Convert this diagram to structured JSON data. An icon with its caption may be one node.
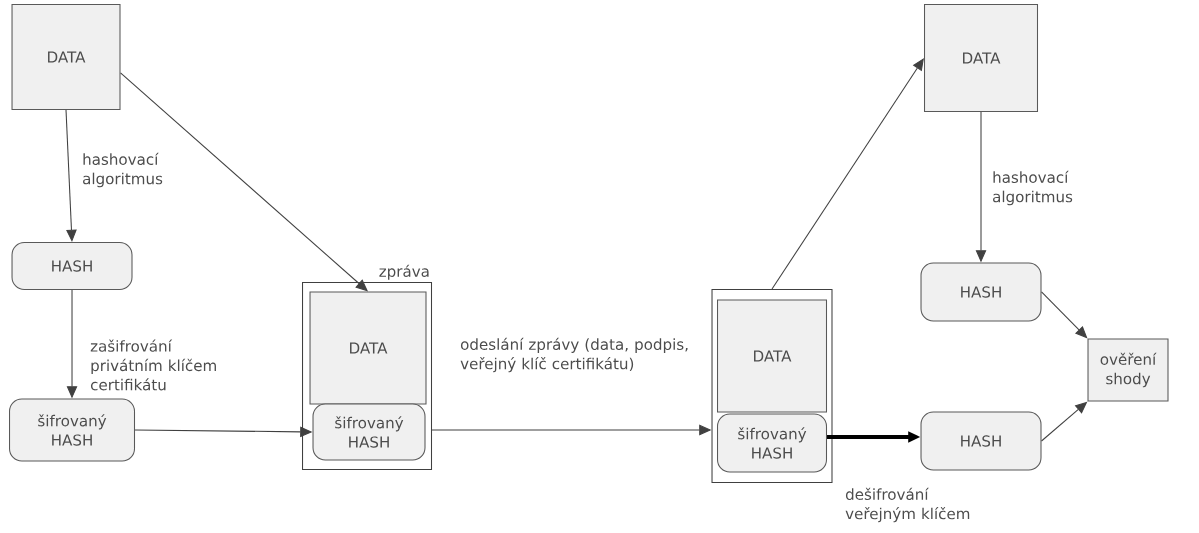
{
  "diagram": {
    "nodes": [
      {
        "text": [
          "DATA"
        ]
      },
      {
        "text": [
          "HASH"
        ]
      },
      {
        "text": [
          "šifrovaný HASH"
        ]
      },
      {
        "text": [
          "zpráva"
        ]
      },
      {
        "text": [
          "DATA"
        ],
        "in": 3
      },
      {
        "text": [
          "šifrovaný HASH"
        ],
        "in": 3
      },
      {
        "text": [],
        "shape": "box"
      },
      {
        "text": [
          "DATA"
        ],
        "in": 6
      },
      {
        "text": [
          "šifrovaný HASH"
        ],
        "in": 6
      },
      {
        "text": [
          "DATA"
        ]
      },
      {
        "text": [
          "HASH"
        ]
      },
      {
        "text": [
          "HASH"
        ]
      },
      {
        "text": [
          "ověření shody"
        ]
      }
    ],
    "edges": [
      {
        "from": 0,
        "to": 1,
        "arrow": "to",
        "label": "hashovací algoritmus"
      },
      {
        "from": 1,
        "to": 2,
        "arrow": "to",
        "label": "zašifrování privátním klíčem certifikátu"
      },
      {
        "from": 2,
        "to": 5,
        "arrow": "to"
      },
      {
        "from": 0,
        "to": 4,
        "arrow": "to"
      },
      {
        "from": 3,
        "to": 6,
        "arrow": "to",
        "label": "odeslání zprávy (data, podpis, veřejný klíč certifikátu)"
      },
      {
        "from": 6,
        "to": 9,
        "arrow": "to"
      },
      {
        "from": 9,
        "to": 10,
        "arrow": "to",
        "label": "hashovací algoritmus"
      },
      {
        "from": 8,
        "to": 11,
        "arrow": "to",
        "style": "thick",
        "label": "dešifrování veřejným klíčem"
      },
      {
        "from": 10,
        "to": 12,
        "arrow": "to"
      },
      {
        "from": 11,
        "to": 12,
        "arrow": "to"
      }
    ]
  }
}
